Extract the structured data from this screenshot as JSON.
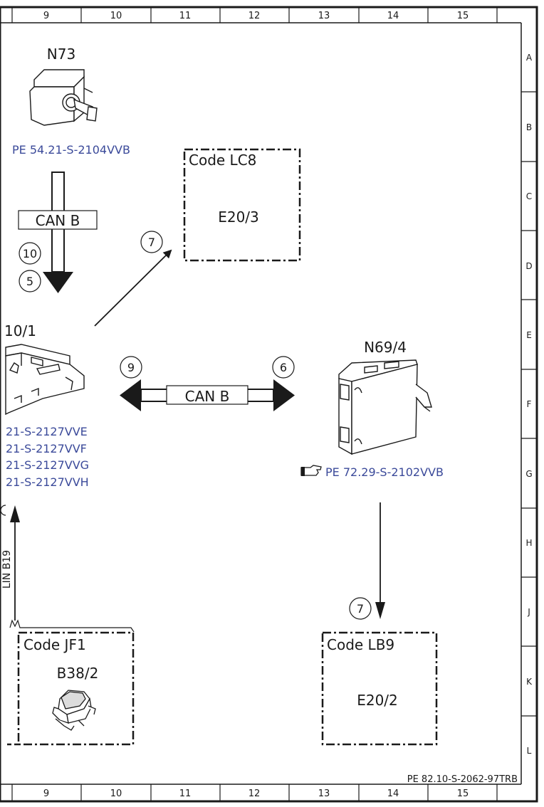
{
  "grid": {
    "columns": [
      "9",
      "10",
      "11",
      "12",
      "13",
      "14",
      "15"
    ],
    "rows": [
      "A",
      "B",
      "C",
      "D",
      "E",
      "F",
      "G",
      "H",
      "J",
      "K",
      "L"
    ]
  },
  "components": {
    "n73": {
      "label": "N73",
      "link": "PE 54.21-S-2104VVB"
    },
    "code_lc8": {
      "code": "Code LC8",
      "part": "E20/3"
    },
    "can_b_top": "CAN B",
    "can_b_mid": "CAN B",
    "circles": {
      "c10": "10",
      "c5": "5",
      "c7_top": "7",
      "c9": "9",
      "c6": "6",
      "c7_bottom": "7"
    },
    "a10_1": {
      "label": "10/1",
      "links": [
        "21-S-2127VVE",
        "21-S-2127VVF",
        "21-S-2127VVG",
        "21-S-2127VVH"
      ]
    },
    "n69_4": {
      "label": "N69/4",
      "link": "PE 72.29-S-2102VVB"
    },
    "code_jf1": {
      "code": "Code JF1",
      "part": "B38/2"
    },
    "code_lb9": {
      "code": "Code LB9",
      "part": "E20/2"
    },
    "lin_partial": "LIN B19",
    "reference": "PE 82.10-S-2062-97TRB"
  },
  "colors": {
    "link": "#3b4a9a",
    "line": "#1a1a1a"
  }
}
